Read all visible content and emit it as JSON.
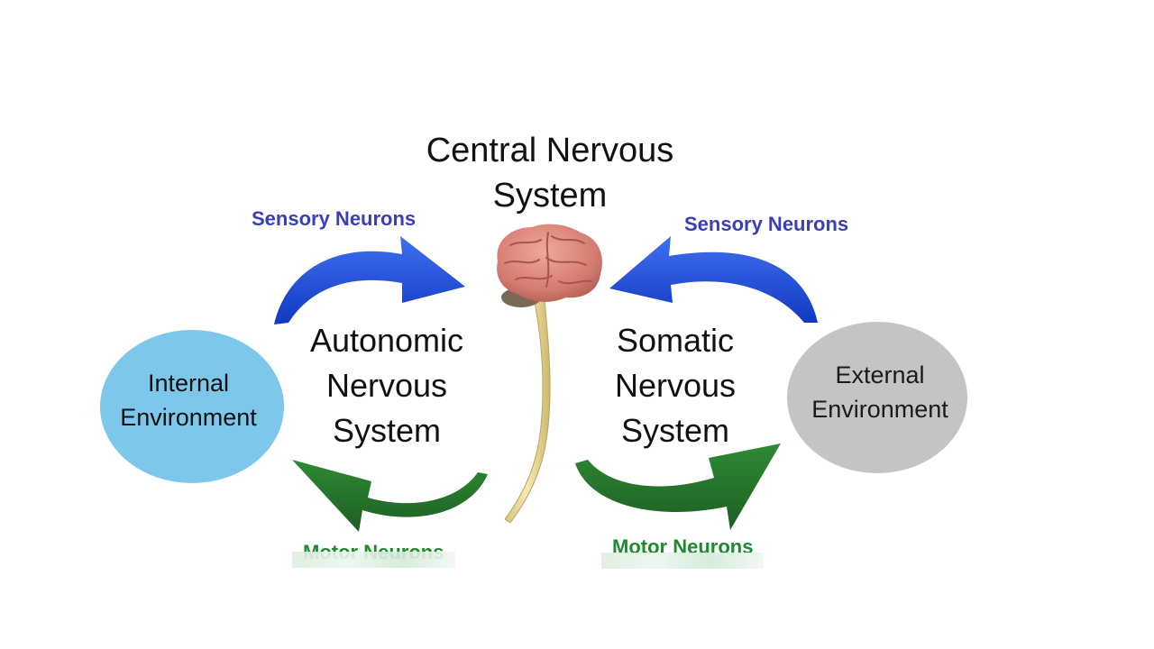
{
  "title_line1": "Central Nervous",
  "title_line2": "System",
  "autonomic": {
    "line1": "Autonomic",
    "line2": "Nervous",
    "line3": "System"
  },
  "somatic": {
    "line1": "Somatic",
    "line2": "Nervous",
    "line3": "System"
  },
  "internal_env": {
    "line1": "Internal",
    "line2": "Environment",
    "color": "#7dc8ea"
  },
  "external_env": {
    "line1": "External",
    "line2": "Environment",
    "color": "#c4c4c4"
  },
  "sensory_left": "Sensory Neurons",
  "sensory_right": "Sensory Neurons",
  "motor_left": "Motor Neurons",
  "motor_right": "Motor Neurons",
  "colors": {
    "sensory_arrow": "#1f4fd6",
    "motor_arrow": "#2b7a2f",
    "sensory_text": "#3a3fb5",
    "motor_text": "#1e8a2e",
    "brain": "#d9867a",
    "spinal_cord": "#ecdb9a"
  }
}
